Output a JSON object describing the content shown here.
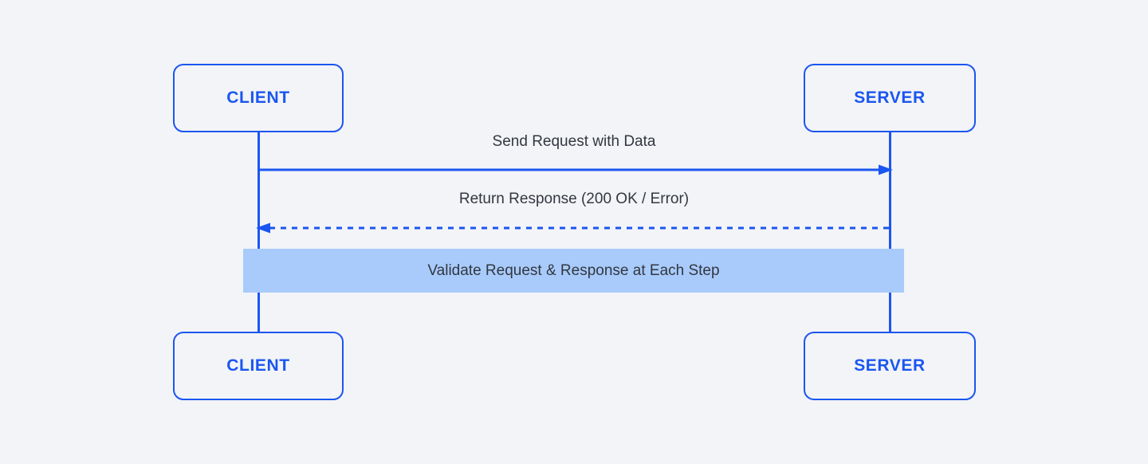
{
  "diagram": {
    "type": "sequence-diagram",
    "background_color": "#f3f4f8",
    "accent_color": "#1a56f0",
    "note_color": "#a8cbfc",
    "text_color": "#33373f",
    "participants": [
      {
        "id": "client",
        "label": "CLIENT"
      },
      {
        "id": "server",
        "label": "SERVER"
      }
    ],
    "participants_bottom": [
      {
        "id": "client",
        "label": "CLIENT"
      },
      {
        "id": "server",
        "label": "SERVER"
      }
    ],
    "messages": [
      {
        "id": "request",
        "label": "Send Request with Data",
        "from": "client",
        "to": "server",
        "direction": "right",
        "line_style": "solid",
        "arrow": "filled"
      },
      {
        "id": "response",
        "label": "Return Response (200 OK / Error)",
        "from": "server",
        "to": "client",
        "direction": "left",
        "line_style": "dashed",
        "arrow": "filled"
      }
    ],
    "note": {
      "id": "validate-note",
      "label": "Validate Request & Response at Each Step",
      "span": "client-to-server"
    }
  }
}
